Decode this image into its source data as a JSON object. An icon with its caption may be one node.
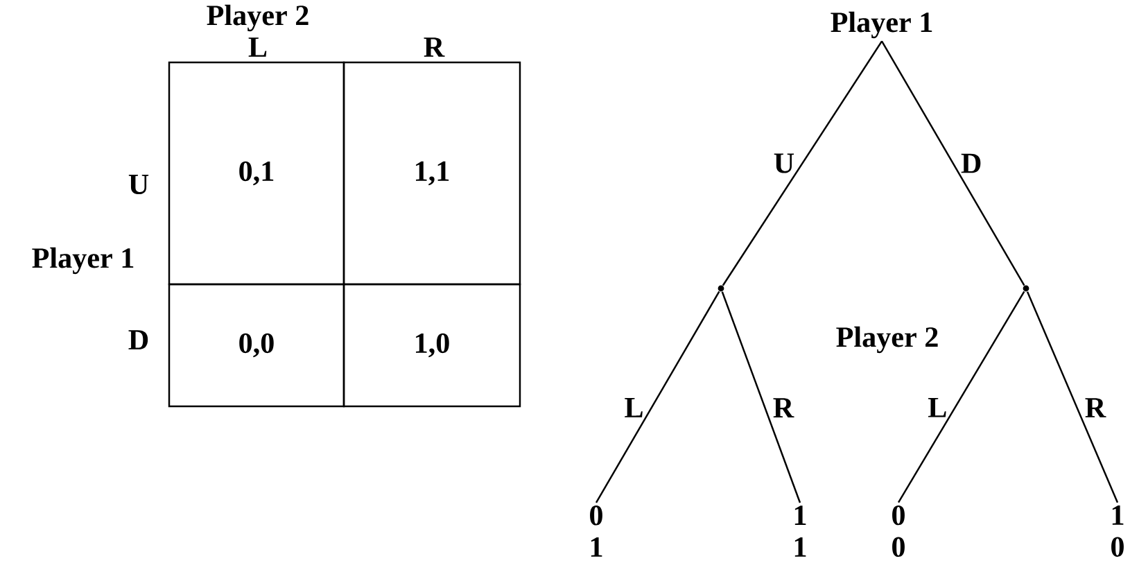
{
  "diagram": {
    "nodes": [
      {
        "text": [
          "0,1"
        ]
      },
      {
        "text": [
          "1,1"
        ]
      },
      {
        "text": [
          "0,0"
        ]
      },
      {
        "text": [
          "1,0"
        ]
      },
      {
        "text": [
          "Player 1"
        ]
      },
      {
        "text": [],
        "shape": "point"
      },
      {
        "text": [],
        "shape": "point"
      },
      {
        "text": [
          "0",
          "1"
        ]
      },
      {
        "text": [
          "1",
          "1"
        ]
      },
      {
        "text": [
          "0",
          "0"
        ]
      },
      {
        "text": [
          "1",
          "0"
        ]
      }
    ],
    "edges": [
      {
        "from": 4,
        "to": 5,
        "arrow": "none",
        "label": "U"
      },
      {
        "from": 4,
        "to": 6,
        "arrow": "none",
        "label": "D"
      },
      {
        "from": 5,
        "to": 7,
        "arrow": "none",
        "label": "L"
      },
      {
        "from": 5,
        "to": 8,
        "arrow": "none",
        "label": "R"
      },
      {
        "from": 6,
        "to": 9,
        "arrow": "none",
        "label": "L"
      },
      {
        "from": 6,
        "to": 10,
        "arrow": "none",
        "label": "R"
      }
    ],
    "labels": [
      "Player 2",
      "L",
      "R",
      "U",
      "Player 1",
      "D",
      "Player 2"
    ]
  }
}
